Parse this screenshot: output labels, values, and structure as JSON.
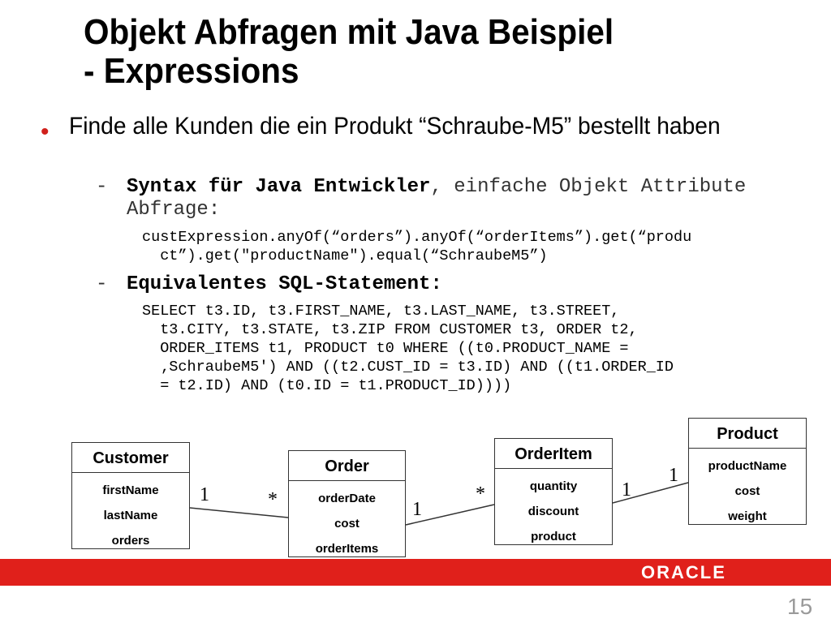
{
  "title": {
    "line1": "Objekt Abfragen mit Java Beispiel",
    "line2": "- Expressions"
  },
  "bullet": {
    "symbol": "•",
    "text": "Finde alle Kunden die ein Produkt  “Schraube-M5” bestellt haben"
  },
  "sub1": {
    "dash": "-",
    "bold": "Syntax für Java Entwickler",
    "rest": ", einfache Objekt Attribute Abfrage:",
    "code_line1": "custExpression.anyOf(“orders”).anyOf(“orderItems”).get(“produ",
    "code_line2": "  ct”).get(\"productName\").equal(“SchraubeM5”)"
  },
  "sub2": {
    "dash": "-",
    "bold": "Equivalentes SQL-Statement:",
    "code_line1": "SELECT t3.ID, t3.FIRST_NAME, t3.LAST_NAME, t3.STREET,",
    "code_line2": "  t3.CITY, t3.STATE, t3.ZIP FROM CUSTOMER t3, ORDER t2,",
    "code_line3": "  ORDER_ITEMS t1, PRODUCT t0 WHERE ((t0.PRODUCT_NAME =",
    "code_line4": "  ‚SchraubeM5') AND ((t2.CUST_ID = t3.ID) AND ((t1.ORDER_ID",
    "code_line5": "  = t2.ID) AND (t0.ID = t1.PRODUCT_ID))))"
  },
  "diagram": {
    "customer": {
      "name": "Customer",
      "attrs": [
        "firstName",
        "lastName",
        "orders"
      ]
    },
    "order": {
      "name": "Order",
      "attrs": [
        "orderDate",
        "cost",
        "orderItems"
      ]
    },
    "orderitem": {
      "name": "OrderItem",
      "attrs": [
        "quantity",
        "discount",
        "product"
      ]
    },
    "product": {
      "name": "Product",
      "attrs": [
        "productName",
        "cost",
        "weight"
      ]
    },
    "multiplicities": {
      "customer_order_a": "1",
      "customer_order_b": "*",
      "order_item_a": "1",
      "order_item_b": "*",
      "item_product_a": "1",
      "item_product_b": "1"
    }
  },
  "footer": {
    "logo": "ORACLE",
    "page_number": "15",
    "bar_color": "#e0201b"
  }
}
